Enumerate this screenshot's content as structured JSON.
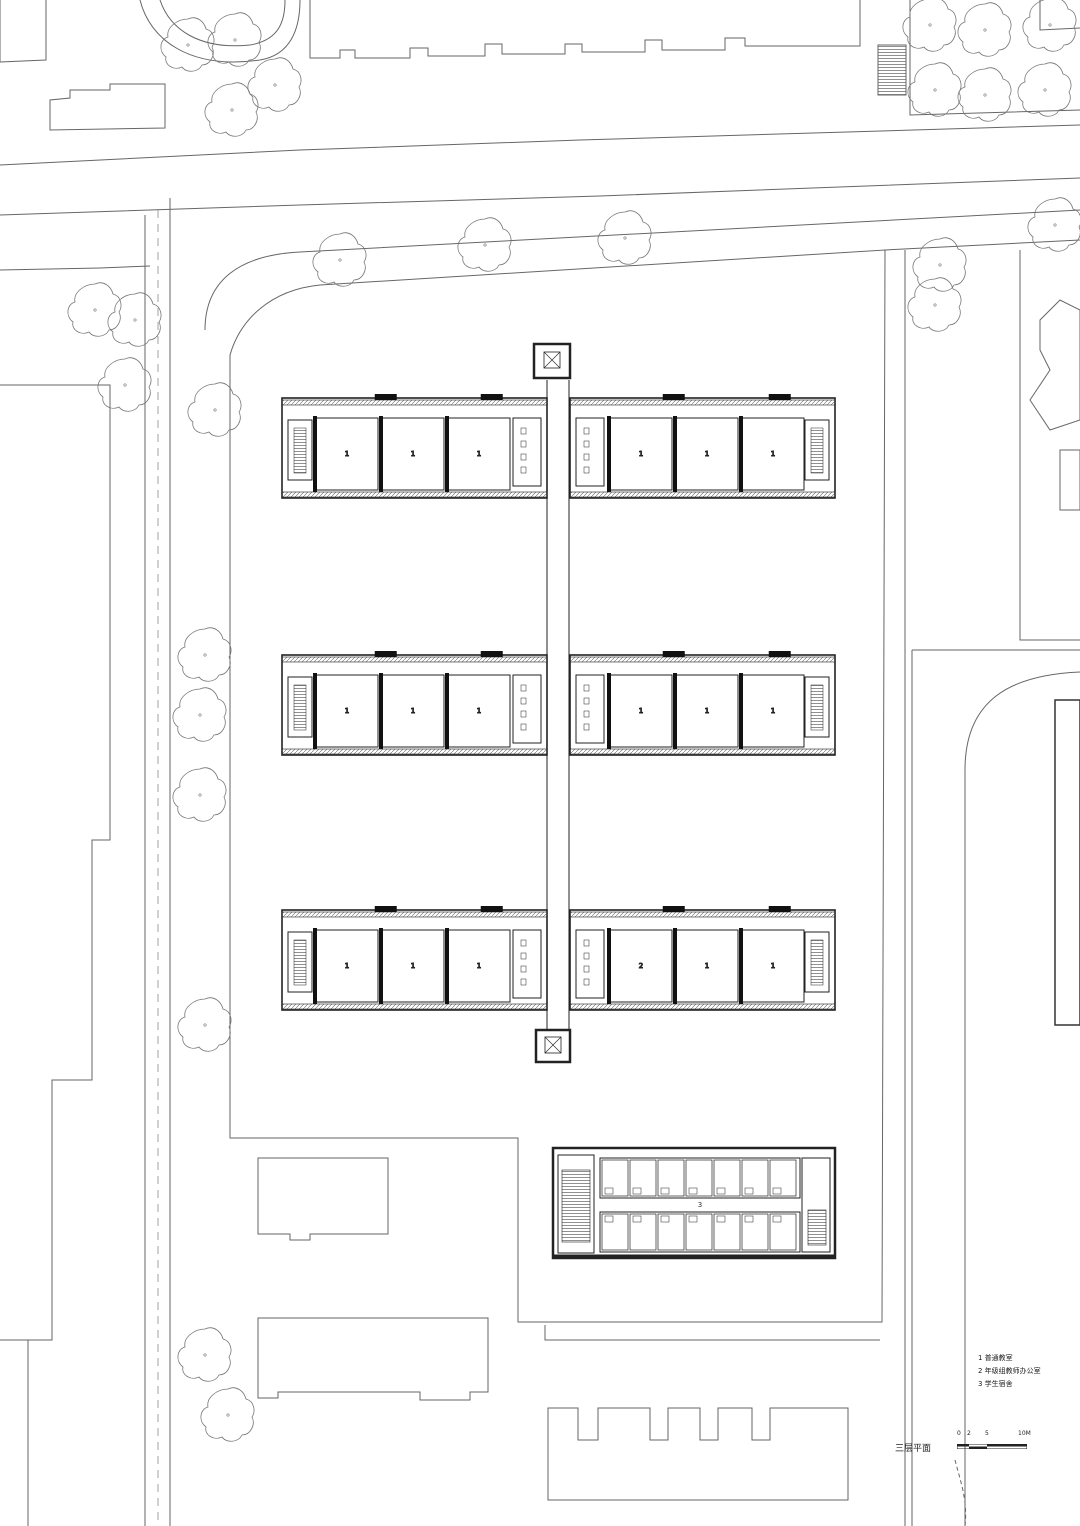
{
  "legend": {
    "item1": "1  普通教室",
    "item2": "2  年级组教师办公室",
    "item3": "3  学生宿舍"
  },
  "scale": {
    "title": "三层平面",
    "ticks": [
      "0",
      "2",
      "5",
      "10M"
    ]
  },
  "room_numbers": {
    "classroom": "1",
    "office": "2",
    "dorm": "3"
  }
}
